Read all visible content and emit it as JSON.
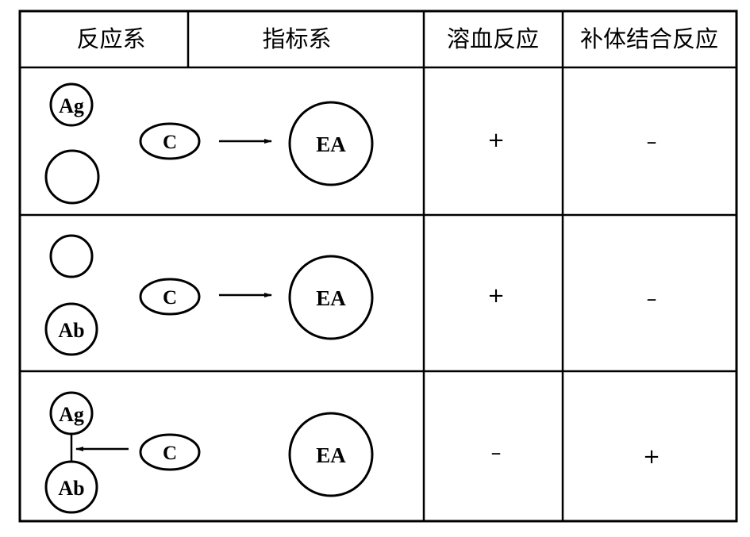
{
  "header": {
    "reaction_system": "反应系",
    "indicator_system": "指标系",
    "hemolysis": "溶血反应",
    "complement_fixation": "补体结合反应"
  },
  "labels": {
    "antigen": "Ag",
    "antibody": "Ab",
    "complement": "C",
    "indicator": "EA"
  },
  "rows": [
    {
      "hemolysis": "+",
      "complement_fixation": "–"
    },
    {
      "hemolysis": "+",
      "complement_fixation": "–"
    },
    {
      "hemolysis": "–",
      "complement_fixation": "+"
    }
  ],
  "colors": {
    "stroke": "#000000",
    "background": "#ffffff"
  }
}
